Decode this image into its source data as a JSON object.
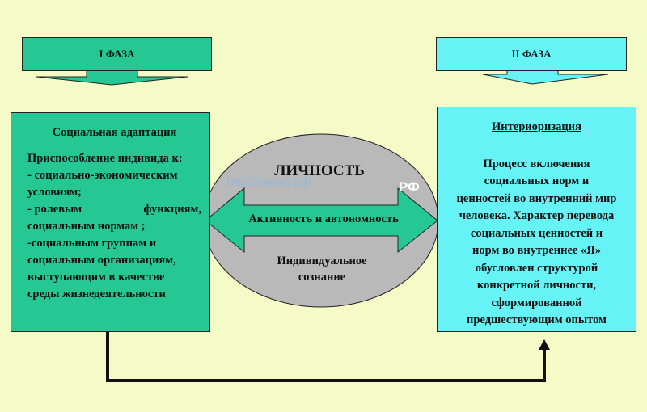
{
  "phase1": {
    "label": "I ФАЗА"
  },
  "phase2": {
    "label": "II ФАЗА"
  },
  "left_panel": {
    "heading": "Социальная адаптация",
    "lines": [
      "Приспособление индивида к:",
      "- социально-экономическим",
      "условиям;",
      "- ролевым",
      "функциям,",
      "социальным нормам ;",
      "-социальным группам и",
      "социальным организациям,",
      "выступающим в качестве",
      "среды жизнедеятельности"
    ]
  },
  "right_panel": {
    "heading": "Интериоризация",
    "lines": [
      "Процесс включения",
      "социальных норм и",
      "ценностей во внутренний мир",
      "человека. Характер перевода",
      "социальных ценностей и",
      "норм во внутреннее «Я»",
      "обусловлен структурой",
      "конкретной личности,",
      "сформированной",
      "предшествующим опытом"
    ]
  },
  "center": {
    "title": "ЛИЧНОСТЬ",
    "arrow_label": "Активность и автономность",
    "caption_line1": "Индивидуальное",
    "caption_line2": "сознание"
  },
  "watermark": {
    "url": "http://схемо.рф",
    "suffix": "РФ"
  },
  "colors": {
    "background": "#f4fbc7",
    "phase1": "#25c893",
    "phase2": "#66f3f6",
    "ellipse": "#b9b9b9",
    "arrow": "#25c893"
  }
}
